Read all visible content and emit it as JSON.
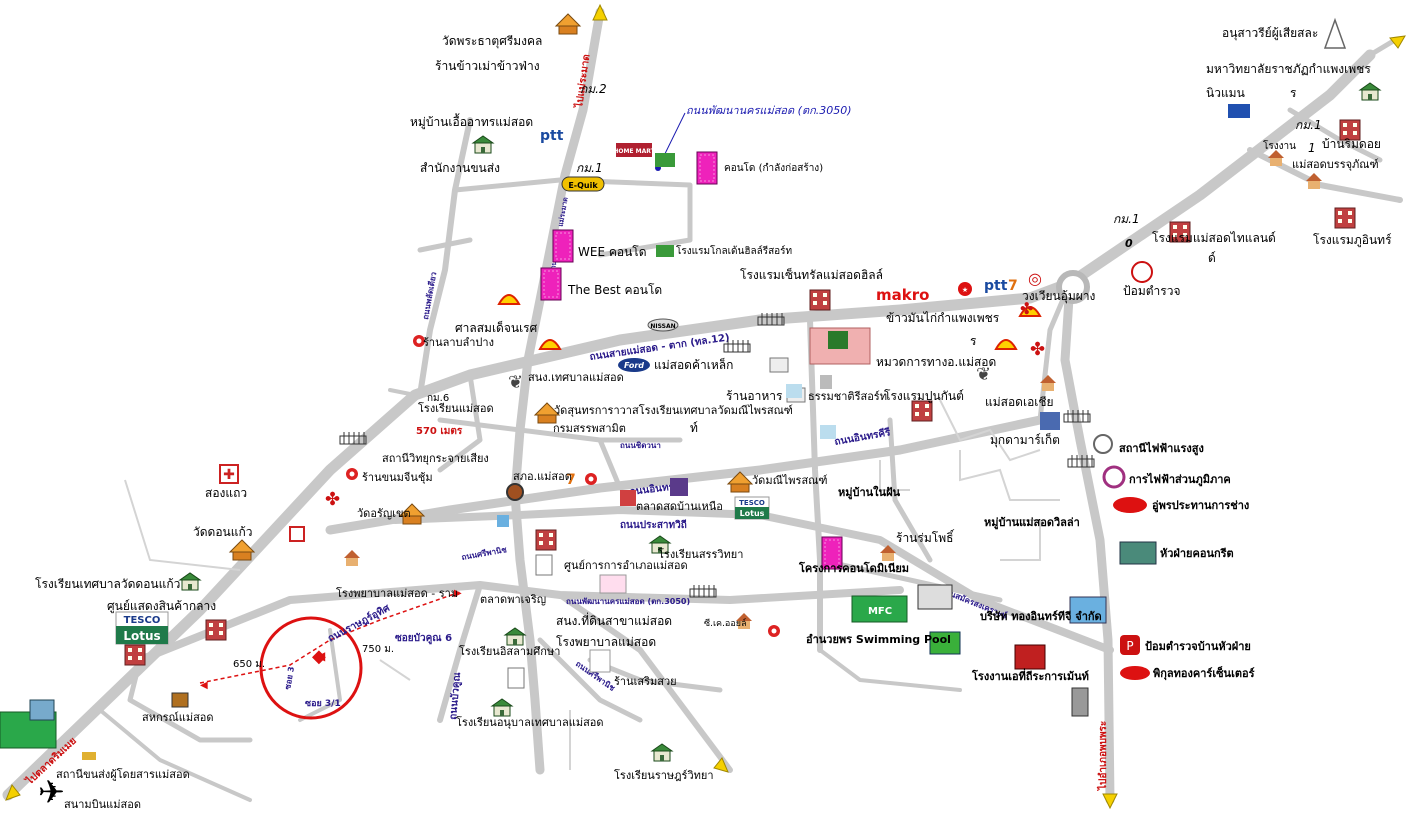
{
  "colors": {
    "road": "#c8c8c8",
    "road_text": "#2a1a8a",
    "distance_red": "#cc1111",
    "route_blue": "#1a1ab0",
    "circle_red": "#dd1111",
    "direction_arrow": "#f5d000"
  },
  "roads": {
    "main_highway": "ถนนสายแม่สอด - ตาก (ทล.12)",
    "intharakhiri_1": "ถนนอินทรคีรี",
    "intharakhiri_2": "ถนนอินทรคีรี",
    "prasat_withi": "ถนนประสาทวิถี",
    "sri_phanit": "ถนนศรีพานิช",
    "chidwana": "ถนนชิดวนา",
    "phatthana_nakhon": "ถนนพัฒนานครแม่สอด (ตก.3050)",
    "phatthana_nakhon_2": "ถนนพัฒนานครแม่สอด (ตก.3050)",
    "rat_uthit": "ถนนราษฎร์อุทิศ",
    "soi_buakun_6": "ซอยบัวคูณ 6",
    "buakun": "ถนนบัวคูณ",
    "soi_3": "ซอย 3",
    "soi_3_1": "ซอย 3/1",
    "sri_phanit_2": "ถนนศรีพานิช",
    "samakkhi": "ถนนสมัครสงเคราะห์",
    "left_diag": "ถนนพลัดเดียว",
    "to_mae_phong_road": "ถนนแม่สอด - แม่ระมาด"
  },
  "directions": {
    "north_top": "ไปแม่ระมาด",
    "south_bottom": "ไปอำเภอพบพระ",
    "southwest": "ไปตลาดริมเมย"
  },
  "distances": {
    "d_570": "570 เมตร",
    "d_650": "650 ม.",
    "d_750": "750 ม."
  },
  "km_markers": {
    "km2": "กม.2",
    "km1_north": "กม.1",
    "km6": "กม.6",
    "km1_east": "กม.1",
    "km1_ne": "กม.1",
    "km0": "0"
  },
  "landmarks": {
    "wat_phra_that_si_mongkhon": "วัดพระธาตุศรีมงคล",
    "khao_mao_restaurant": "ร้านข้าวเม่าข้าวฟ่าง",
    "mu_ban_uea_athon": "หมู่บ้านเอื้ออาทรแม่สอด",
    "transport_office": "สำนักงานขนส่ง",
    "condo_building": "คอนโด (กำลังก่อสร้าง)",
    "wee_condo": "WEE คอนโด",
    "golden_hill": "โรงแรมโกลเด้นฮิลล์รีสอร์ท",
    "best_condo": "The Best คอนโด",
    "central_hotel": "โรงแรมเซ็นทรัลแม่สอดฮิลล์",
    "makro": "makro",
    "wongwian": "วงเวียนอุ้มผาง",
    "police_box": "ป้อมตำรวจ",
    "khao_man_kai": "ข้าวมันไก่กำแพงเพชร",
    "bus_terminal": "หมวดการทางอ.แม่สอด",
    "san_somdet": "ศาลสมเด็จนเรศ",
    "lampang_shop": "ร้านลาบลำปาง",
    "mae_sot_steel": "แม่สอดค้าเหล็ก",
    "municipality": "สนง.เทศบาลแม่สอด",
    "restaurant": "ร้านอาหาร",
    "thammachat": "ธรรมชาติรีสอร์ท",
    "poon_kan": "โรงแรมปูนกันต์",
    "mae_sot_asia": "แม่สอดเอเชีย",
    "mukdahan_market": "มุกดามาร์เก็ต",
    "school_mae_sot": "โรงเรียนแม่สอด",
    "radio_station": "สถานีวิทยุกระจายเสียง",
    "khanom_shop": "ร้านขนมจีนชุ้ม",
    "wat_sunthorn": "วัดสุนทรการาวาสโรงเรียนเทศบาลวัดมณีไพรสณฑ์",
    "excise": "กรมสรรพสามิต",
    "song_thaeo": "สองแถว",
    "wat_don_kaeo": "วัดดอนแก้ว",
    "school_wat_don_kaeo": "โรงเรียนเทศบาลวัดดอนแก้ว",
    "shopping_center": "ศูนย์แสดงสินค้ากลาง",
    "wat_tanyaket": "วัดอรัญเขต",
    "post_office": "สภอ.แม่สอด",
    "market_north": "ตลาดสดบ้านเหนือ",
    "wat_mani_phrai": "วัดมณีไพรสณฑ์",
    "tesco_lotus": "Tesco Lotus",
    "ban_nai_fan": "หมู่บ้านในฝัน",
    "sawan_school": "โรงเรียนสรรวิทยา",
    "district_center": "ศูนย์การการอำเภอแม่สอด",
    "hospital_rd": "โรงพยาบาลแม่สอด - ราม",
    "phacharoen_market": "ตลาดพาเจริญ",
    "ce_oil": "ซี.เค.ออยล์",
    "land_office": "สนง.ที่ดินสาขาแม่สอด",
    "hospital": "โรงพยาบาลแม่สอด",
    "islam_school": "โรงเรียนอิสลามศึกษา",
    "samoesuai": "ร้านเสริมสวย",
    "kindergarten": "โรงเรียนอนุบาลเทศบาลแม่สอด",
    "cooperative": "สหกรณ์แม่สอด",
    "bus_station": "สถานีขนส่งผู้โดยสารแม่สอด",
    "airport": "สนามบินแม่สอด",
    "rat_school": "โรงเรียนราษฎร์วิทยา",
    "condo_project": "โครงการคอนโดมิเนียม",
    "ran_rom_pho": "ร้านร่มโพธิ์",
    "mfc": "MFC",
    "amnuayphon_pool": "อำนวยพร Swimming Pool",
    "thong_inthra": "บริษัท ทองอินทร์ทีจี จำกัด",
    "cement_factory": "โรงงานเอที่ถีระการเม้นท์",
    "ban_mae_sot_villa": "หมู่บ้านแม่สอดวิลล่า",
    "substation": "สถานีไฟฟ้าแรงสูง",
    "pea": "การไฟฟ้าส่วนภูมิภาค",
    "garage": "อู่พรประทานการช่าง",
    "concrete": "หัวฝ่ายคอนกรีต",
    "police_huafai": "ป้อมตำรวจบ้านหัวฝ่าย",
    "phikun_car": "พิกุลทองคาร์เซ็นเตอร์",
    "monument": "อนุสาวรีย์ผู้เสียสละ",
    "university": "มหาวิทยาลัยราชภัฏกำแพงเพชร",
    "newman": "นิวแมน",
    "factory_ne": "โรงงาน",
    "ban_rim_doi": "บ้านริมดอย",
    "mae_sot_packaging": "แม่สอดบรรจุภัณฑ์",
    "phu_inn": "โรงแรมภูอินทร์",
    "mae_sot_thailand": "โรงแรมแม่สอดไทแลนด์",
    "home_mart": "HOME MART",
    "r_char_1": "ร",
    "r_char_2": "ร",
    "r_char_3": "ท์",
    "r_char_4": "ด์",
    "num_1": "1"
  },
  "brands": {
    "ptt": "ptt",
    "eq": "E-Quik",
    "nissan": "NISSAN",
    "ford": "Ford",
    "tesco_top": "TESCO",
    "lotus": "Lotus",
    "tesco_small": "TESCO",
    "lotus_small": "Lotus"
  },
  "icons": [
    "temple-icon",
    "school-icon",
    "condo-icon",
    "gas-station-icon",
    "hospital-icon",
    "airport-icon",
    "house-icon",
    "bus-icon",
    "factory-icon",
    "car-icon",
    "police-icon",
    "electric-icon",
    "market-icon",
    "hotel-icon"
  ]
}
